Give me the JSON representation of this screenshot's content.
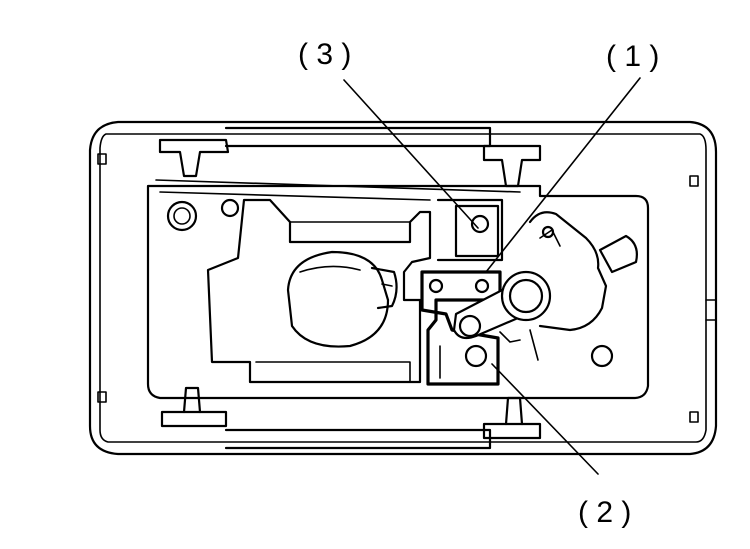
{
  "callouts": {
    "one": "( 1 )",
    "two": "( 2 )",
    "three": "( 3 )"
  }
}
